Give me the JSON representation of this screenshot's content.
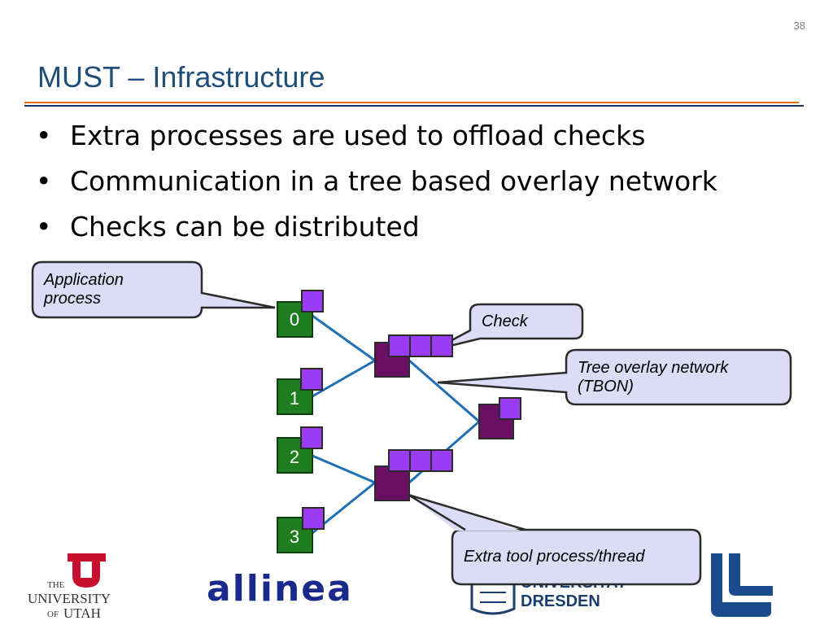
{
  "slide": {
    "page_number": "38",
    "title": "MUST – Infrastructure"
  },
  "bullets": [
    "Extra processes are used to offload checks",
    "Communication in a tree based overlay network",
    "Checks can be distributed"
  ],
  "diagram": {
    "app_nodes": [
      "0",
      "1",
      "2",
      "3"
    ],
    "callouts": {
      "application": [
        "Application",
        "process"
      ],
      "check": [
        "Check"
      ],
      "tbon": [
        "Tree overlay network",
        "(TBON)"
      ],
      "tool": [
        "Extra tool process/thread"
      ]
    },
    "colors": {
      "app_node": "#1e7d1e",
      "tool_node": "#6a0f63",
      "check": "#9b3cf5",
      "edge": "#1f6fb4",
      "callout_fill": "#dcdcf7"
    }
  },
  "logos": {
    "utah": [
      "THE",
      "UNIVERSITY",
      "OF",
      "UTAH"
    ],
    "allinea": "allinea",
    "dresden": [
      "UNIVERSITAT",
      "DRESDEN"
    ]
  }
}
